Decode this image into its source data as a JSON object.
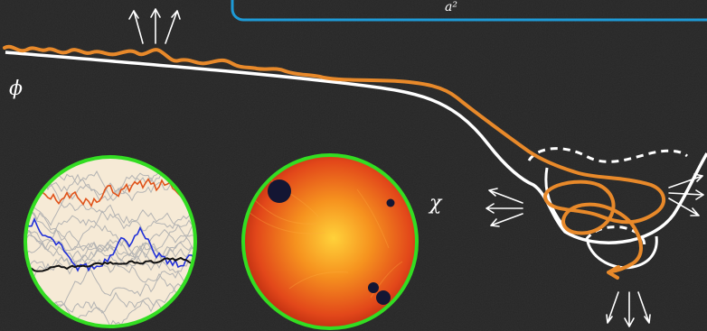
{
  "header_box": {
    "text": "a²"
  },
  "field_labels": {
    "phi": "ϕ",
    "chi": "χ"
  },
  "colors": {
    "background": "#272727",
    "box_border": "#1e9ad6",
    "trajectory": "#e8892a",
    "potential": "#ffffff",
    "circle_border": "#33dd22",
    "paper": "#f6ead6",
    "series_red": "#e0531a",
    "series_blue": "#2030d8",
    "series_black": "#111111",
    "series_gray": "#b3b3b3",
    "heat_core": "#ffd23a",
    "heat_mid": "#f06a14",
    "heat_edge": "#9a1608",
    "blob": "#141633"
  },
  "icons": {
    "up_arrows": "three-arrows-up-icon",
    "left_arrows": "three-arrows-left-icon",
    "right_arrows": "three-arrows-right-icon",
    "down_arrows": "three-arrows-down-icon"
  }
}
